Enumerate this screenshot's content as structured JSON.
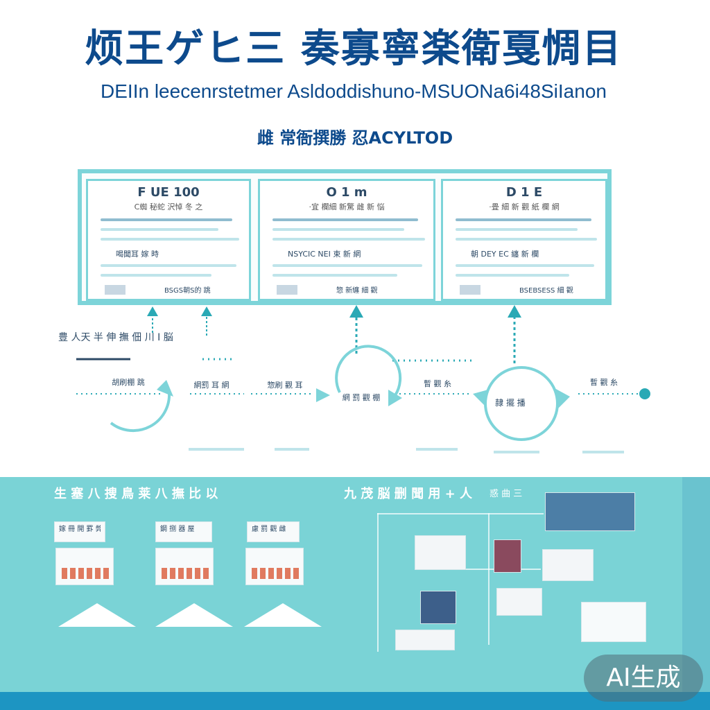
{
  "header": {
    "title": "烦王ゲヒ三 奏寡寧楽衛戛惆目",
    "subtitle": "DEIIn leecenrstetmer Asldoddishuno-MSUONa6i48SiIanon",
    "section_label": "雌 常衙撰勝 忍ACYLTOD"
  },
  "panels": [
    {
      "title": "F  UE  100",
      "sub": "C蜘 秘蛇 沢悼 冬 之",
      "mid": "喝聞耳 嫁 時",
      "foot": "BSGS朝S的 跳"
    },
    {
      "title": "O  1 m",
      "sub": "·宜 欄細 新驚 雌 新 悩",
      "mid": "NSYCIC NEI 束 新 網",
      "foot": "惣 新纏 細 觀"
    },
    {
      "title": "D  1 E",
      "sub": "·畳 細 新 觀 紙 欄 網",
      "mid": "朝 DEY  EC 纏 新 欄",
      "foot": "BSEBSESS  細 觀"
    }
  ],
  "process": {
    "label": "豊 人天 半 伸 撫 佃 川 I 脳",
    "steps": [
      {
        "label": "胡刷棚 跳"
      },
      {
        "label": "網罰 耳 網"
      },
      {
        "label": "惣刷 觀 耳"
      },
      {
        "label": "網 罰 觀 棚"
      },
      {
        "label": "暫 觀 糸"
      },
      {
        "label": "暫 觀 糸"
      }
    ],
    "center_badge": "隷 擺 播"
  },
  "bottom": {
    "left_label": "生 塞 八 捜 鳥 莱 八 撫 比 以",
    "right_label": "九 茂  脳 删 聞 用 +  人",
    "extra_label": "惑 曲 三",
    "cards": [
      {
        "label": "嫁 冊 開 罫 弊"
      },
      {
        "label": "鋼 捌 器 屋"
      },
      {
        "label": "慮 罰 觀 雌"
      }
    ]
  },
  "badge": {
    "text": "AI生成"
  },
  "colors": {
    "primary": "#0d4a8c",
    "teal": "#7ad3d6",
    "frame": "#7dd4d9",
    "deep": "#1d95c2"
  }
}
